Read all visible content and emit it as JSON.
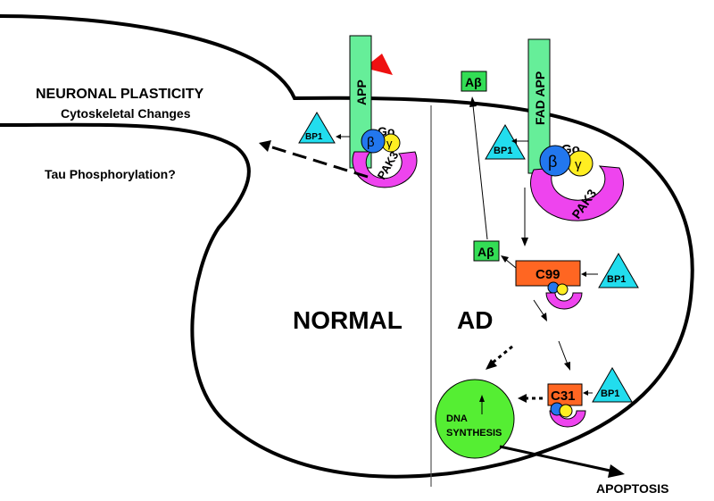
{
  "labels": {
    "neuronal_plasticity": "NEURONAL PLASTICITY",
    "cytoskeletal_changes": "Cytoskeletal Changes",
    "tau_phosphorylation": "Tau Phosphorylation?",
    "normal": "NORMAL",
    "ad": "AD",
    "apoptosis": "APOPTOSIS",
    "dna": "DNA",
    "synthesis": "SYNTHESIS"
  },
  "normal_complex": {
    "receptor": "APP",
    "bp1": "BP1",
    "go": "Go",
    "beta": "β",
    "gamma": "γ",
    "pak3": "PAK3"
  },
  "ad_complex": {
    "receptor": "FAD APP",
    "bp1": "BP1",
    "go": "Go",
    "beta": "β",
    "gamma": "γ",
    "pak3": "PAK3",
    "abeta_out": "Aβ",
    "abeta_in": "Aβ",
    "c99": "C99",
    "c99_bp1": "BP1",
    "c31": "C31",
    "c31_bp1": "BP1"
  },
  "colors": {
    "app_green": "#66ee99",
    "abeta_green": "#33dd55",
    "bp1_cyan": "#22ddee",
    "beta_blue": "#2277ee",
    "gamma_yellow": "#ffee22",
    "pak3_magenta": "#ee44ee",
    "c_fragment_orange": "#ff6622",
    "dna_green": "#55ee33",
    "ligand_red": "#ee1111"
  }
}
